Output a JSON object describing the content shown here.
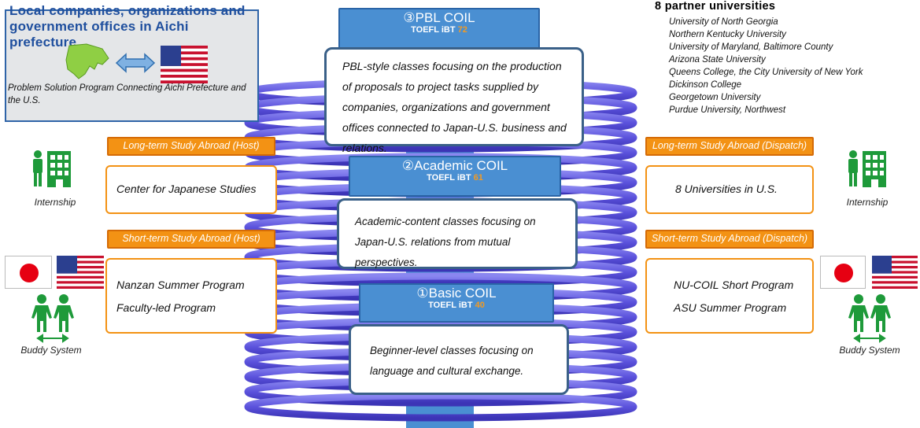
{
  "aichi": {
    "title": "Local companies, organizations and government offices in Aichi prefecture",
    "description": "Problem Solution Program Connecting Aichi Prefecture and the U.S."
  },
  "coil": {
    "pbl": {
      "title": "③PBL COIL",
      "toefl_prefix": "TOEFL iBT ",
      "score": "72",
      "description": "PBL-style classes focusing on the production of proposals to project tasks supplied by companies, organizations and government offices connected to Japan-U.S. business and relations."
    },
    "academic": {
      "title": "②Academic COIL",
      "toefl_prefix": "TOEFL iBT ",
      "score": "61",
      "description": "Academic-content classes focusing on Japan-U.S. relations from mutual perspectives."
    },
    "basic": {
      "title": "①Basic COIL",
      "toefl_prefix": "TOEFL iBT ",
      "score": "40",
      "description": "Beginner-level classes focusing on language and cultural exchange."
    }
  },
  "partners": {
    "title": "8 partner universities",
    "list": [
      "University of North Georgia",
      "Northern Kentucky University",
      "University of Maryland, Baltimore County",
      "Arizona State University",
      "Queens College, the City University of New York",
      "Dickinson College",
      "Georgetown University",
      "Purdue University, Northwest"
    ]
  },
  "left": {
    "long_label": "Long-term Study Abroad (Host)",
    "long_item": "Center for Japanese Studies",
    "short_label": "Short-term Study Abroad (Host)",
    "short_items": [
      "Nanzan Summer Program",
      "Faculty-led Program"
    ],
    "internship": "Internship",
    "buddy": "Buddy System"
  },
  "right": {
    "long_label": "Long-term Study Abroad (Dispatch)",
    "long_item": "8 Universities in U.S.",
    "short_label": "Short-term Study Abroad (Dispatch)",
    "short_items": [
      "NU-COIL Short Program",
      "ASU Summer Program"
    ],
    "internship": "Internship",
    "buddy": "Buddy System"
  },
  "colors": {
    "coil_blue": "#4a8fd2",
    "spiral": "#5a52d8",
    "orange": "#f39214",
    "score_orange": "#f39a22",
    "people_green": "#1e9a3a"
  },
  "icons": [
    "aichi-map-icon",
    "double-arrow-icon",
    "us-flag-icon",
    "japan-flag-icon",
    "building-icon",
    "people-icon"
  ]
}
